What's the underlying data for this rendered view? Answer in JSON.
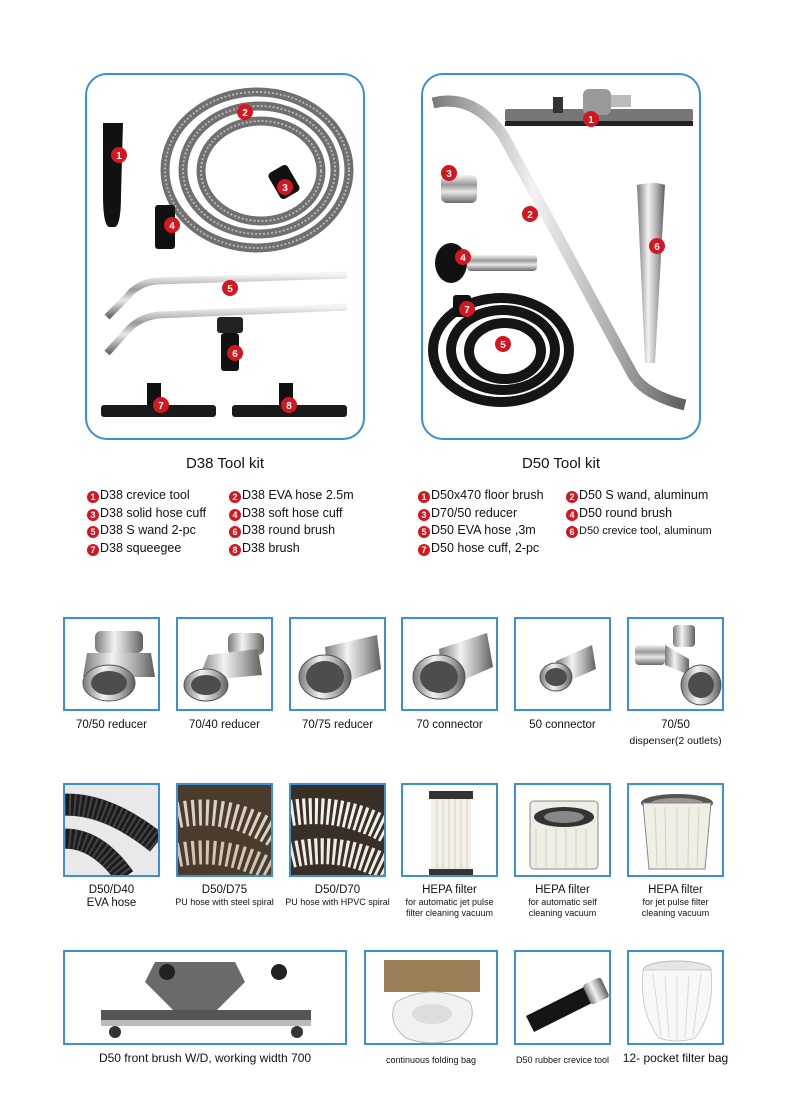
{
  "d38": {
    "title": "D38  Tool kit",
    "legend": [
      {
        "num": "1",
        "label": "D38 crevice tool"
      },
      {
        "num": "2",
        "label": "D38 EVA hose 2.5m"
      },
      {
        "num": "3",
        "label": "D38 solid hose cuff"
      },
      {
        "num": "4",
        "label": "D38 soft hose cuff"
      },
      {
        "num": "5",
        "label": "D38 S wand 2-pc"
      },
      {
        "num": "6",
        "label": "D38 round brush"
      },
      {
        "num": "7",
        "label": "D38 squeegee"
      },
      {
        "num": "8",
        "label": "D38 brush"
      }
    ]
  },
  "d50": {
    "title": "D50  Tool kit",
    "legend": [
      {
        "num": "1",
        "label": "D50x470 floor brush"
      },
      {
        "num": "2",
        "label": "D50 S wand, aluminum"
      },
      {
        "num": "3",
        "label": "D70/50 reducer"
      },
      {
        "num": "4",
        "label": "D50 round brush"
      },
      {
        "num": "5",
        "label": "D50 EVA hose ,3m"
      },
      {
        "num": "6",
        "label": "D50 crevice tool, aluminum"
      },
      {
        "num": "7",
        "label": "D50 hose cuff, 2-pc"
      }
    ]
  },
  "accessories_row1": [
    {
      "line1": "70/50 reducer",
      "line2": ""
    },
    {
      "line1": "70/40 reducer",
      "line2": ""
    },
    {
      "line1": "70/75 reducer",
      "line2": ""
    },
    {
      "line1": "70 connector",
      "line2": ""
    },
    {
      "line1": "50 connector",
      "line2": ""
    },
    {
      "line1": "70/50",
      "line2": "dispenser(2 outlets)"
    }
  ],
  "accessories_row2": [
    {
      "line1": "D50/D40",
      "line2": "EVA hose",
      "line3": ""
    },
    {
      "line1": "D50/D75",
      "line2": "PU hose with steel spiral",
      "line3": ""
    },
    {
      "line1": "D50/D70",
      "line2": "PU hose with HPVC spiral",
      "line3": ""
    },
    {
      "line1": "HEPA filter",
      "line2": "for automatic jet pulse",
      "line3": "filter cleaning vacuum"
    },
    {
      "line1": "HEPA filter",
      "line2": "for automatic self",
      "line3": "cleaning vacuum"
    },
    {
      "line1": "HEPA filter",
      "line2": "for jet pulse filter",
      "line3": "cleaning vacuum"
    }
  ],
  "accessories_row3": [
    {
      "label": "D50 front brush W/D, working width 700"
    },
    {
      "label": "continuous folding bag"
    },
    {
      "label": "D50 rubber crevice tool"
    },
    {
      "label": "12- pocket filter bag"
    }
  ],
  "colors": {
    "frame": "#3a8fd6",
    "badge": "#d4161f"
  }
}
